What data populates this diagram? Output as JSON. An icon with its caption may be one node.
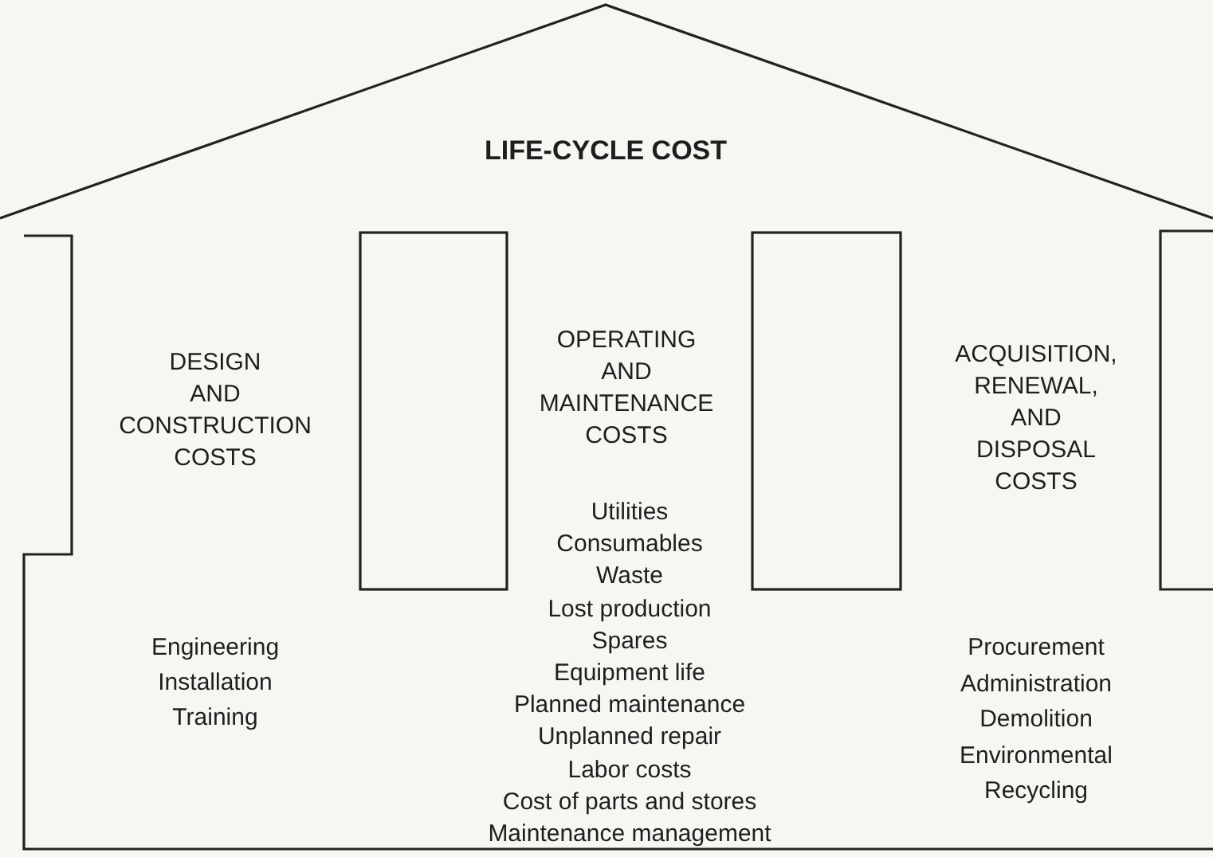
{
  "diagram": {
    "nodes": [
      {
        "text": [
          "LIFE-CYCLE COST",
          "DESIGN AND CONSTRUCTION COSTS",
          "OPERATING AND MAINTENANCE COSTS",
          "ACQUISITION, RENEWAL, AND DISPOSAL COSTS",
          "Engineering",
          "Installation",
          "Training",
          "Utilities",
          "Consumables",
          "Waste",
          "Lost production",
          "Spares",
          "Equipment life",
          "Planned maintenance",
          "Unplanned repair",
          "Labor costs",
          "Cost of parts and stores",
          "Maintenance management",
          "Procurement",
          "Administration",
          "Demolition",
          "Environmental",
          "Recycling"
        ]
      }
    ]
  }
}
